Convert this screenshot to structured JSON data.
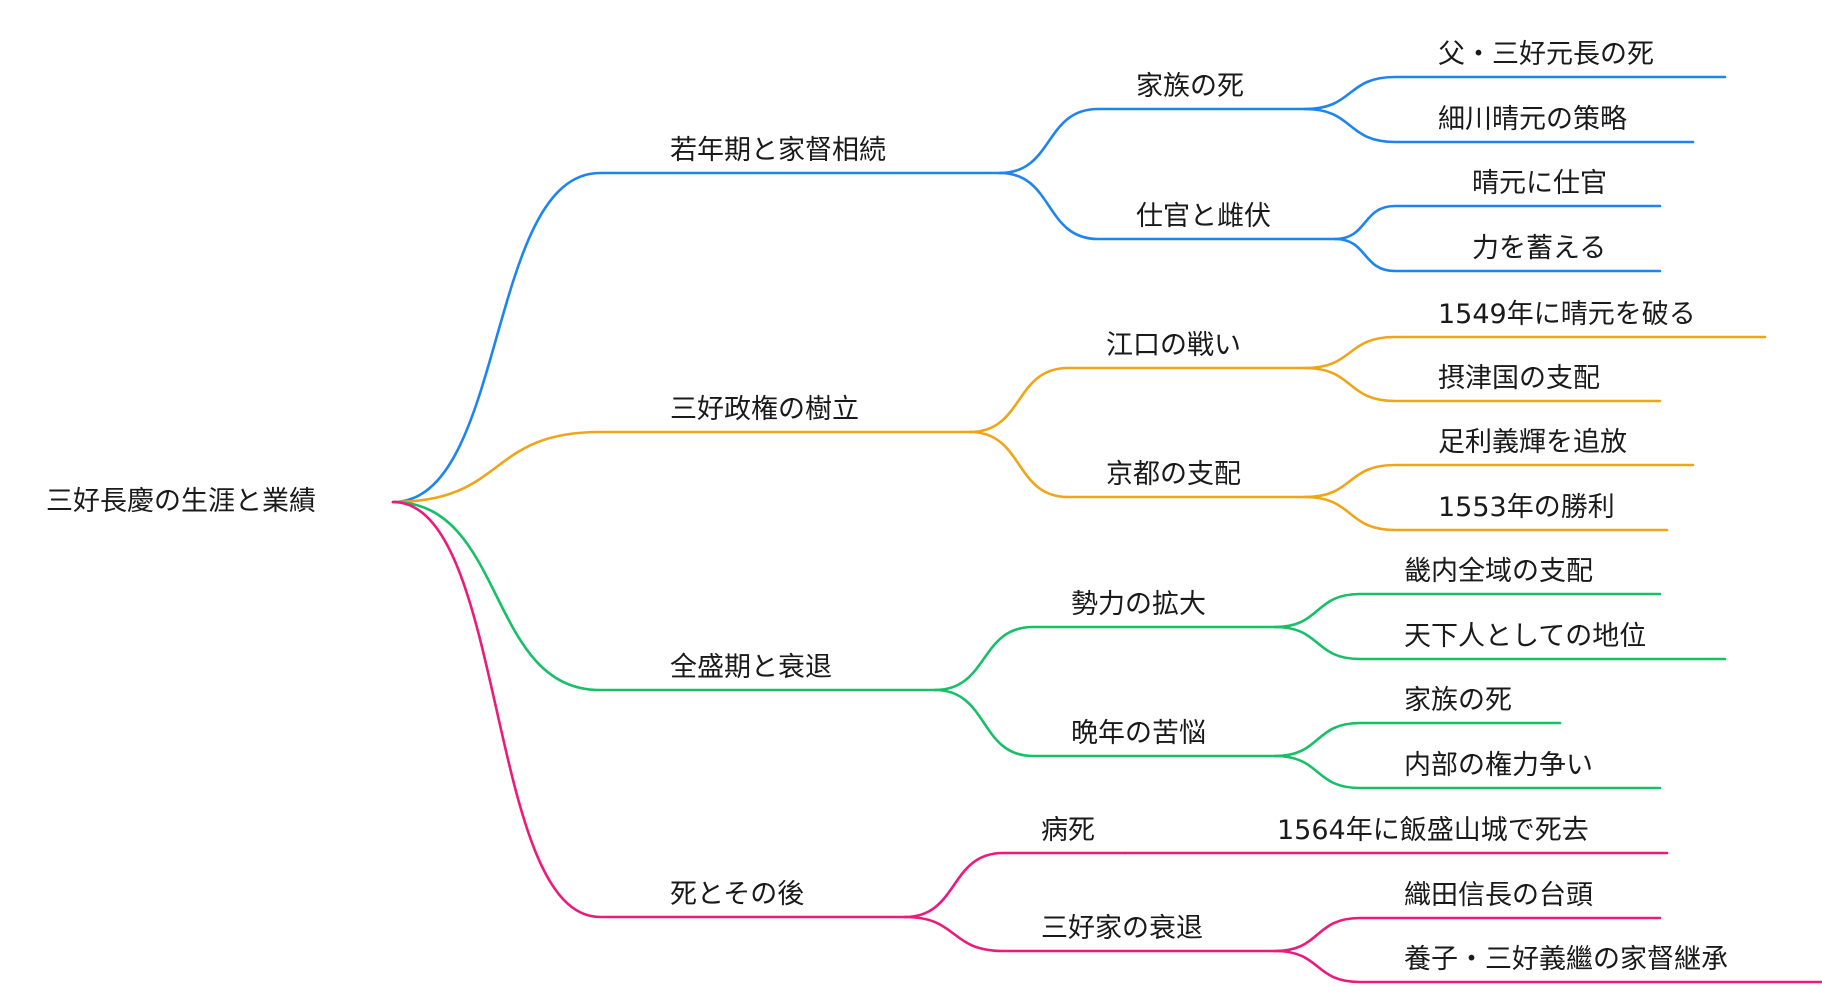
{
  "root": {
    "label": "三好長慶の生涯と業績"
  },
  "branches": [
    {
      "label": "若年期と家督相続",
      "color": "#1e84ee",
      "children": [
        {
          "label": "家族の死",
          "children": [
            "父・三好元長の死",
            "細川晴元の策略"
          ]
        },
        {
          "label": "仕官と雌伏",
          "children": [
            "晴元に仕官",
            "力を蓄える"
          ]
        }
      ]
    },
    {
      "label": "三好政権の樹立",
      "color": "#f0a519",
      "children": [
        {
          "label": "江口の戦い",
          "children": [
            "1549年に晴元を破る",
            "摂津国の支配"
          ]
        },
        {
          "label": "京都の支配",
          "children": [
            "足利義輝を追放",
            "1553年の勝利"
          ]
        }
      ]
    },
    {
      "label": "全盛期と衰退",
      "color": "#17bf67",
      "children": [
        {
          "label": "勢力の拡大",
          "children": [
            "畿内全域の支配",
            "天下人としての地位"
          ]
        },
        {
          "label": "晩年の苦悩",
          "children": [
            "家族の死",
            "内部の権力争い"
          ]
        }
      ]
    },
    {
      "label": "死とその後",
      "color": "#eb1a7d",
      "children": [
        {
          "label": "病死",
          "children": [
            "1564年に飯盛山城で死去"
          ]
        },
        {
          "label": "三好家の衰退",
          "children": [
            "織田信長の台頭",
            "養子・三好義繼の家督継承"
          ]
        }
      ]
    }
  ]
}
